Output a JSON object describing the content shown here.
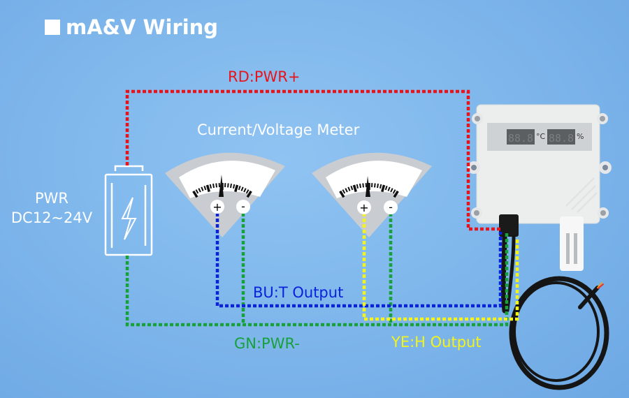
{
  "title": "mA&V Wiring",
  "power": {
    "line1": "PWR",
    "line2": "DC12~24V"
  },
  "meter_title": "Current/Voltage Meter",
  "wires": {
    "red": {
      "label": "RD:PWR+",
      "color": "#e8141c"
    },
    "blue": {
      "label": "BU:T Output",
      "color": "#0a22d8"
    },
    "green": {
      "label": "GN:PWR-",
      "color": "#18a03a"
    },
    "yellow": {
      "label": "YE:H Output",
      "color": "#f4f41a"
    }
  },
  "meters": [
    {
      "plus": "+",
      "minus": "-"
    },
    {
      "plus": "+",
      "minus": "-"
    }
  ],
  "device": {
    "display_left": "88.8",
    "unit_left": "°C",
    "display_right": "88.8",
    "unit_right": "%"
  },
  "colors": {
    "background": "#80b8ec"
  }
}
